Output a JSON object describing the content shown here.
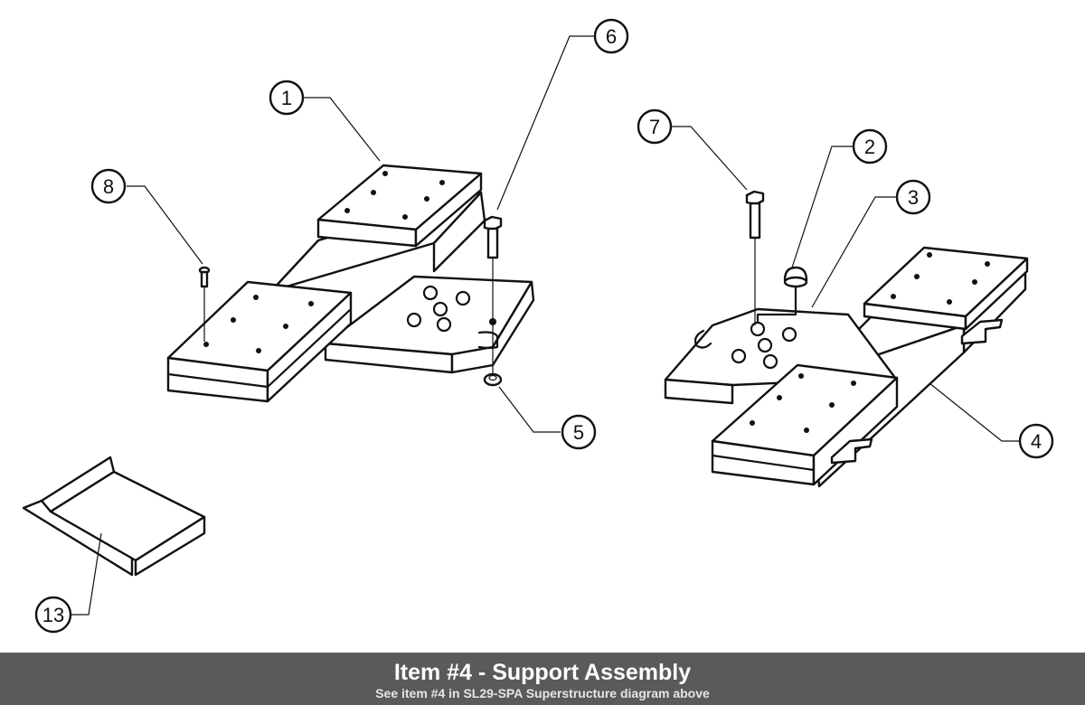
{
  "caption": {
    "title": "Item #4 - Support Assembly",
    "subtitle": "See item #4 in SL29-SPA Superstructure diagram above"
  },
  "callouts": [
    {
      "id": "1",
      "label": "1"
    },
    {
      "id": "2",
      "label": "2"
    },
    {
      "id": "3",
      "label": "3"
    },
    {
      "id": "4",
      "label": "4"
    },
    {
      "id": "5",
      "label": "5"
    },
    {
      "id": "6",
      "label": "6"
    },
    {
      "id": "7",
      "label": "7"
    },
    {
      "id": "8",
      "label": "8"
    },
    {
      "id": "13",
      "label": "13"
    }
  ],
  "colors": {
    "caption_background": "#5a5a5a",
    "caption_text": "#ffffff",
    "line": "#111111",
    "background": "#ffffff"
  }
}
